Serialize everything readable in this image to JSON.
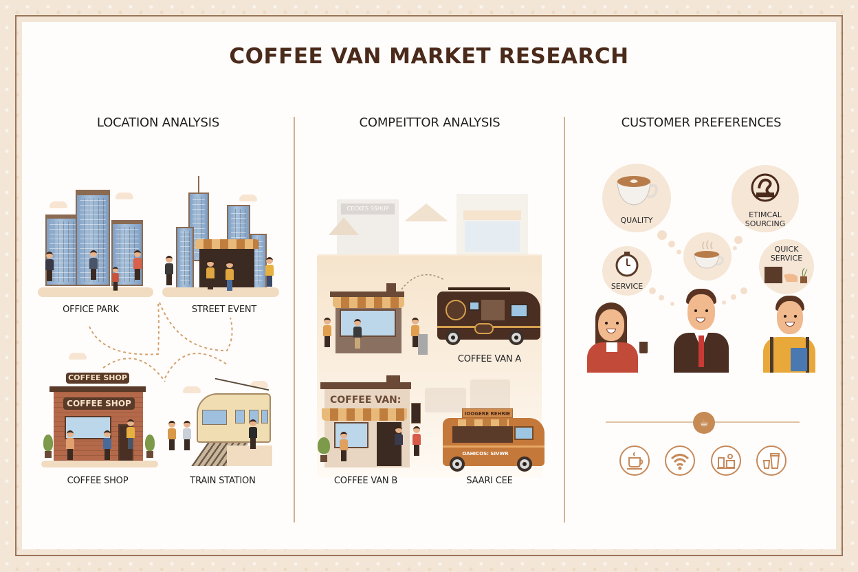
{
  "title": "COFFEE VAN MARKET RESEARCH",
  "colors": {
    "title": "#4a2a1a",
    "frame_line": "#9a7457",
    "frame_bg": "#f3e6d6",
    "divider": "#d4b08e",
    "accent": "#c68a55"
  },
  "columns": [
    {
      "heading": "LOCATION ANALYSIS",
      "scenes": [
        {
          "label": "OFFICE PARK"
        },
        {
          "label": "STREET EVENT"
        },
        {
          "label": "COFFEE SHOP",
          "signs": [
            "COFFEE SHOP",
            "COFFEE SHOP"
          ]
        },
        {
          "label": "TRAIN STATION"
        }
      ]
    },
    {
      "heading": "COMPEITTOR ANALYSIS",
      "scenes": [
        {
          "label": "",
          "background_sign": "CECKES SSHUP"
        },
        {
          "label": "COFFEE VAN A"
        },
        {
          "label": "COFFEE VAN B",
          "sign": "COFFEE VAN:"
        },
        {
          "label": "SAARI CEE",
          "van_top_sign": "IOOGERE REHRIE",
          "van_side_text": "OAHICOS: SIVWR"
        }
      ]
    },
    {
      "heading": "CUSTOMER PREFERENCES",
      "preferences": [
        {
          "label": "QUALITY",
          "icon": "latte-cup-icon"
        },
        {
          "label": "ETIMCAL SOURCING",
          "icon": "fairtrade-seal-icon"
        },
        {
          "label": "",
          "icon": "steaming-cup-icon"
        },
        {
          "label": "SERVICE",
          "icon": "stopwatch-icon"
        },
        {
          "label": "QUICK SERVICE",
          "icon": "hand-payment-icon"
        }
      ],
      "customers": [
        "woman-with-coffee",
        "businessman",
        "student"
      ],
      "timeline_icon": "☕",
      "amenities": [
        {
          "name": "hot-coffee",
          "glyph": "☕"
        },
        {
          "name": "wifi",
          "glyph": "📶"
        },
        {
          "name": "seating",
          "glyph": "🪑"
        },
        {
          "name": "takeaway-cups",
          "glyph": "🥤"
        }
      ]
    }
  ]
}
